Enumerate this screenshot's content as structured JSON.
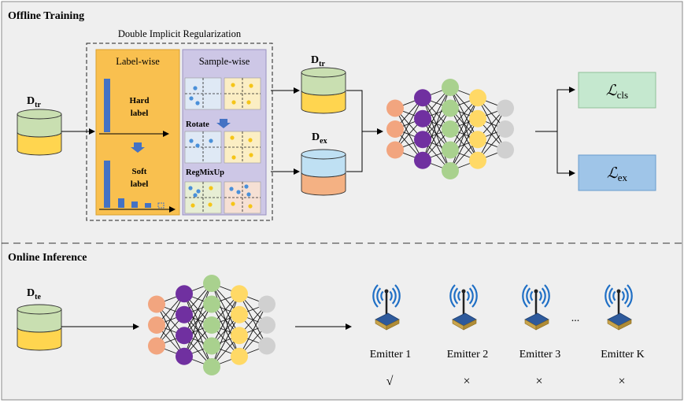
{
  "sections": {
    "offline": "Offline Training",
    "online": "Online Inference"
  },
  "regularization": {
    "title": "Double Implicit Regularization",
    "label_wise": {
      "title": "Label-wise",
      "hard": [
        "Hard",
        "label"
      ],
      "soft": [
        "Soft",
        "label"
      ]
    },
    "sample_wise": {
      "title": "Sample-wise",
      "rotate": "Rotate",
      "regmixup": "RegMixUp"
    }
  },
  "datasets": {
    "train_main": {
      "base": "D",
      "sub": "tr"
    },
    "train_upper": {
      "base": "D",
      "sub": "tr"
    },
    "extra": {
      "base": "D",
      "sub": "ex"
    },
    "test": {
      "base": "D",
      "sub": "te"
    }
  },
  "losses": {
    "cls": {
      "base": "ℒ",
      "sub": "cls"
    },
    "ex": {
      "base": "ℒ",
      "sub": "ex"
    }
  },
  "emitters": [
    {
      "label": "Emitter 1",
      "mark": "√"
    },
    {
      "label": "Emitter 2",
      "mark": "×"
    },
    {
      "label": "Emitter 3",
      "mark": "×"
    },
    {
      "label": "Emitter K",
      "mark": "×"
    }
  ],
  "ellipsis": "...",
  "colors": {
    "panel_bg": "#efefef",
    "label_wise_bg": "#f9c04f",
    "sample_wise_bg": "#cdc7e6",
    "bar": "#4472c4",
    "cyl_green": "#c9dfb1",
    "cyl_yellow": "#ffd54f",
    "cyl_blue": "#bfe0f3",
    "cyl_orange": "#f4b183",
    "node_orange": "#f2a57f",
    "node_purple": "#7030a0",
    "node_green": "#a9d18e",
    "node_yellow": "#ffd966",
    "node_gray": "#d0d0d0",
    "loss_cls": "#c5e8cf",
    "loss_ex": "#9fc5e8",
    "dot_blue": "#4a90d9",
    "dot_yellow": "#f5c518",
    "antenna_blue": "#1f6fc5"
  }
}
